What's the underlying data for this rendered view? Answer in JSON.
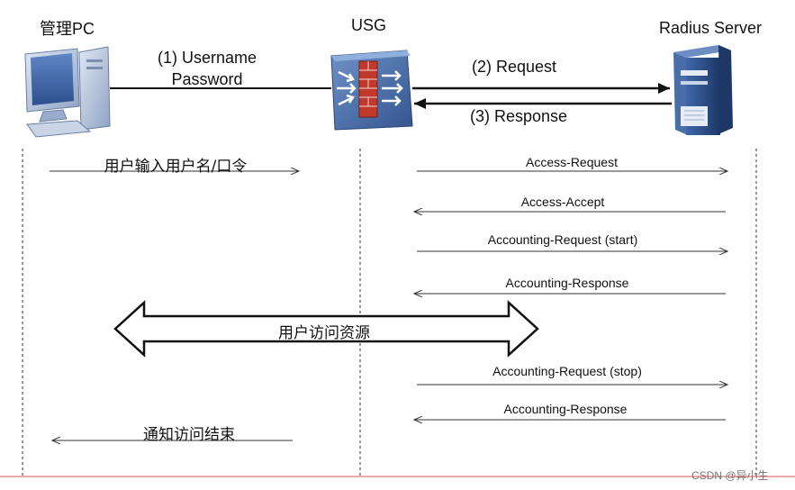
{
  "nodes": {
    "pc": {
      "label": "管理PC",
      "icon": "desktop-pc-icon"
    },
    "usg": {
      "label": "USG",
      "icon": "firewall-icon"
    },
    "server": {
      "label": "Radius Server",
      "icon": "server-tower-icon"
    }
  },
  "top_links": {
    "pc_to_usg_line1": "(1) Username",
    "pc_to_usg_line2": "Password",
    "request": "(2) Request",
    "response": "(3) Response"
  },
  "sequence": {
    "user_input": "用户输入用户名/口令",
    "access_request": "Access-Request",
    "access_accept": "Access-Accept",
    "acct_request_start": "Accounting-Request (start)",
    "acct_response_1": "Accounting-Response",
    "user_access": "用户访问资源",
    "acct_request_stop": "Accounting-Request (stop)",
    "acct_response_2": "Accounting-Response",
    "notify_end": "通知访问结束"
  },
  "watermark": "CSDN @异小生",
  "colors": {
    "firewall_body": "#4a6fa8",
    "firewall_brick": "#c0392b",
    "pc_body": "#b9c7dc",
    "server_body": "#2e4f86",
    "footer_line": "#d9534f"
  }
}
